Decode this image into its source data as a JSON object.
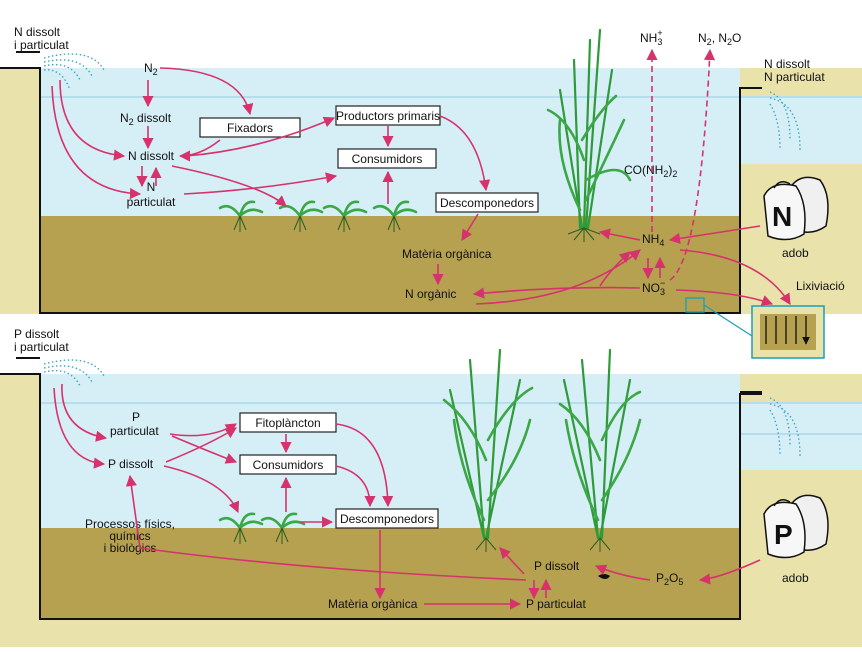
{
  "colors": {
    "land": "#e9e2ab",
    "water": "#d6eef6",
    "water_line": "#9fd4e6",
    "sediment": "#b5a150",
    "arrow": "#d6336c",
    "plant": "#2f9a3a"
  },
  "top": {
    "source_label": [
      "N dissolt",
      "i particulat"
    ],
    "outlet_label": [
      "N dissolt",
      "N particulat"
    ],
    "n2": "N",
    "n2_sub": "2",
    "n2_dissolt": "N",
    "n2_dissolt_sub": "2",
    "n2_dissolt_suffix": " dissolt",
    "n_dissolt": "N dissolt",
    "n_particulat": [
      "N",
      "particulat"
    ],
    "fixadors": "Fixadors",
    "productors": "Productors primaris",
    "consumidors": "Consumidors",
    "descomponedors": "Descomponedors",
    "materia_organica": "Matèria orgànica",
    "n_organic": "N orgànic",
    "nh3": "NH",
    "nh3_sub": "3",
    "nh3_sup": "+",
    "n2_n2o": "N",
    "n2_n2o_sub": "2",
    "n2_n2o_suffix": ", N",
    "n2_n2o_sub2": "2",
    "n2_n2o_end": "O",
    "urea": "CO(NH",
    "urea_sub": "2",
    "urea_end": ")",
    "urea_sub2": "2",
    "nh4": "NH",
    "nh4_sub": "4",
    "no3": "NO",
    "no3_sub": "3",
    "no3_sup": "−",
    "fertilizer_letter": "N",
    "fertilizer_label": "adob",
    "leaching": "Lixiviació"
  },
  "bottom": {
    "source_label": [
      "P dissolt",
      "i particulat"
    ],
    "p_particulat": [
      "P",
      "particulat"
    ],
    "p_dissolt": "P dissolt",
    "fitoplancton": "Fitoplàncton",
    "consumidors": "Consumidors",
    "descomponedors": "Descomponedors",
    "processos": [
      "Processos físics,",
      "químics",
      "i biològics"
    ],
    "p_dissolt_sed": "P dissolt",
    "materia_organica": "Matèria orgànica",
    "p_particulat_sed": "P particulat",
    "p2o5": "P",
    "p2o5_sub": "2",
    "p2o5_o": "O",
    "p2o5_sub2": "5",
    "fertilizer_letter": "P",
    "fertilizer_label": "adob"
  }
}
